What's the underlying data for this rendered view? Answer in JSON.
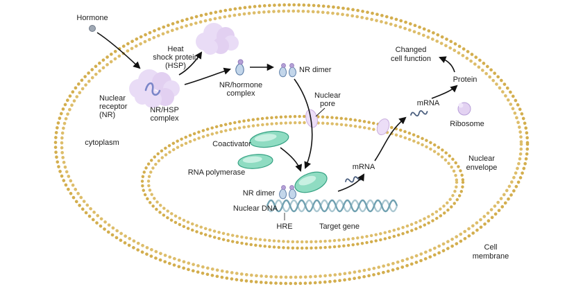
{
  "labels": {
    "hormone": "Hormone",
    "heat_shock_protein": [
      "Heat",
      "shock protein",
      "(HSP)"
    ],
    "nuclear_receptor": [
      "Nuclear",
      "receptor",
      "(NR)"
    ],
    "nr_hsp_complex": [
      "NR/HSP",
      "complex"
    ],
    "nr_hormone_complex": [
      "NR/hormone",
      "complex"
    ],
    "nr_dimer_top": "NR dimer",
    "nuclear_pore": [
      "Nuclear",
      "pore"
    ],
    "cytoplasm": "cytoplasm",
    "coactivator": "Coactivator",
    "rna_polymerase": "RNA polymerase",
    "nr_dimer_bottom": "NR dimer",
    "nuclear_dna": "Nuclear DNA",
    "hre": "HRE",
    "target_gene": "Target gene",
    "mrna_nucleus": "mRNA",
    "mrna_cytoplasm": "mRNA",
    "ribosome": "Ribosome",
    "protein": "Protein",
    "changed_cell_function": [
      "Changed",
      "cell function"
    ],
    "nuclear_envelope": [
      "Nuclear",
      "envelope"
    ],
    "cell_membrane": [
      "Cell",
      "membrane"
    ]
  },
  "colors": {
    "membrane_tan": "#d8b654",
    "membrane_tan_dark": "#c9a445",
    "organelle_purple": "#e9dcf6",
    "pore_purple": "#ecdef7",
    "protein_green": "#8fdcc2",
    "protein_green_edge": "#35a183",
    "receptor_blue": "#c3d6ea",
    "receptor_blue_edge": "#5d7ea8",
    "hormone_gray": "#9fa8b4",
    "dna_strand_dark": "#6fa0b0",
    "dna_strand_light": "#aac7d1",
    "arrow_black": "#111111",
    "text": "#1c1c1c"
  }
}
